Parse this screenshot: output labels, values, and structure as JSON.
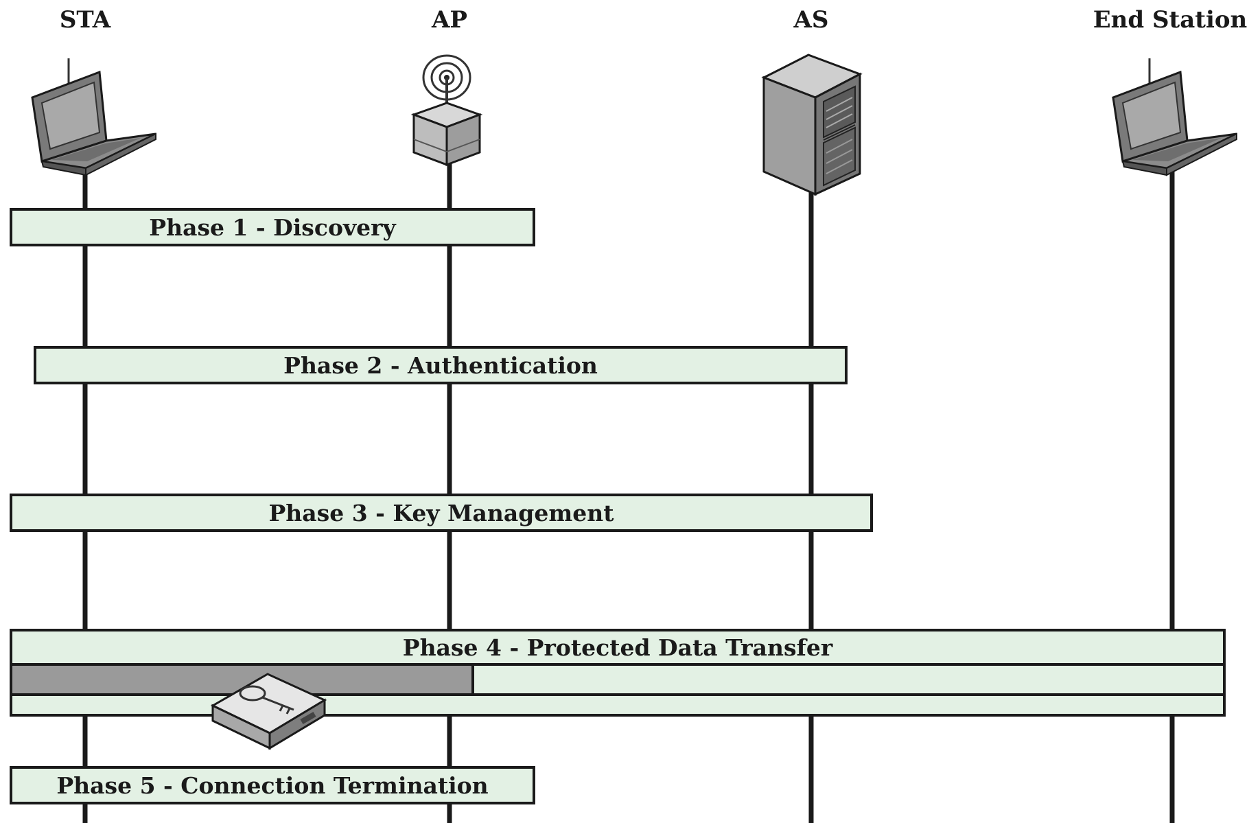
{
  "entities": {
    "sta": "STA",
    "ap": "AP",
    "as": "AS",
    "end_station": "End Station"
  },
  "phases": {
    "p1": "Phase 1 - Discovery",
    "p2": "Phase 2 - Authentication",
    "p3": "Phase 3 - Key Management",
    "p4": "Phase 4 - Protected Data Transfer",
    "p5": "Phase 5 - Connection Termination"
  },
  "colors": {
    "phase_fill": "#e3f1e4",
    "secured_segment": "#9a9a9a",
    "line": "#1a1a1a"
  },
  "icons": {
    "sta": "laptop-icon",
    "ap": "access-point-icon",
    "as": "server-icon",
    "end_station": "laptop-icon",
    "key": "key-box-icon"
  }
}
